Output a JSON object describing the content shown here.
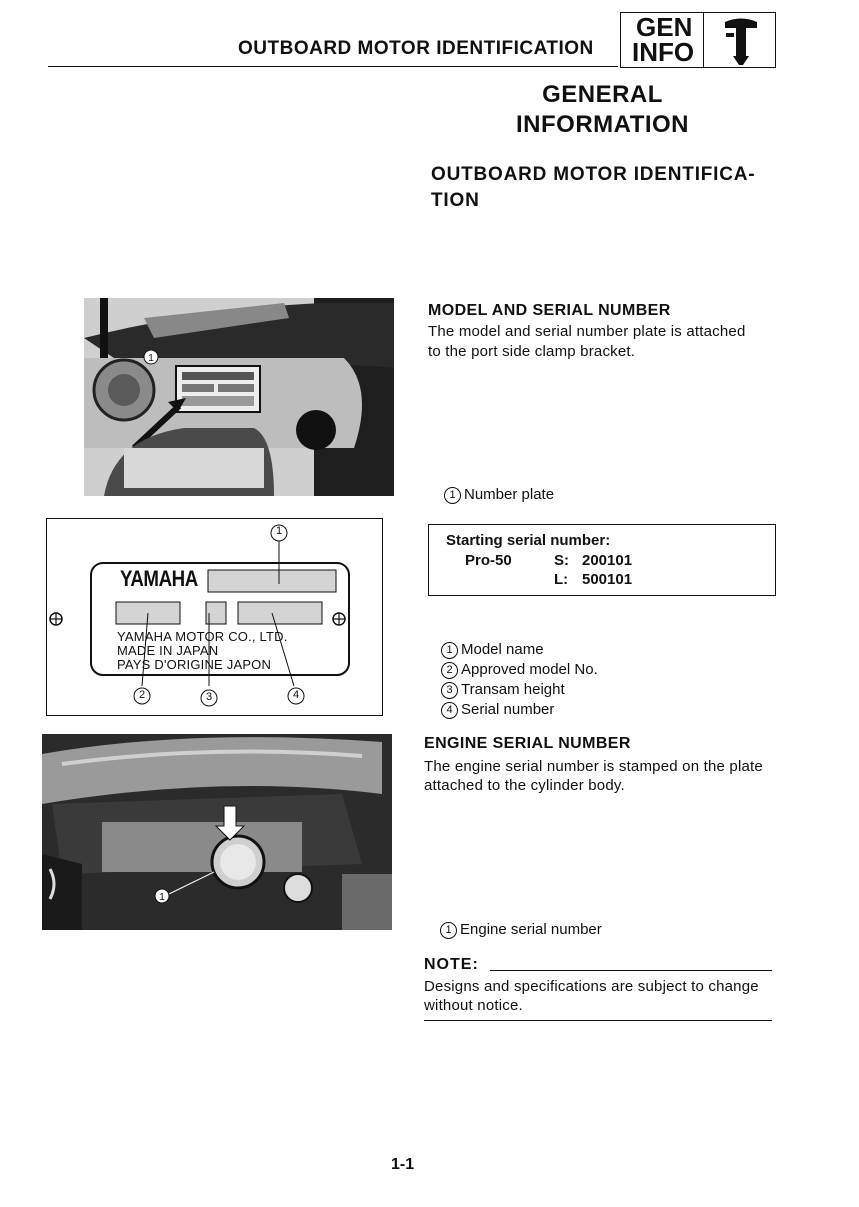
{
  "header": {
    "running_title": "OUTBOARD MOTOR IDENTIFICATION",
    "badge_line1": "GEN",
    "badge_line2": "INFO",
    "badge_icon": "outboard-motor-icon"
  },
  "chapter_title_line1": "GENERAL",
  "chapter_title_line2": "INFORMATION",
  "section_title_line1": "OUTBOARD MOTOR IDENTIFICA-",
  "section_title_line2": "TION",
  "model_serial": {
    "heading": "MODEL AND SERIAL NUMBER",
    "para_line1": "The model and serial number plate is attached",
    "para_line2": "to the port side clamp bracket.",
    "caption_num": "1",
    "caption": "Number plate"
  },
  "serial_box": {
    "label": "Starting serial number:",
    "model": "Pro-50",
    "s_key": "S:",
    "s_value": "200101",
    "l_key": "L:",
    "l_value": "500101"
  },
  "plate": {
    "brand": "YAMAHA",
    "line1": "YAMAHA MOTOR CO., LTD.",
    "line2": "MADE IN JAPAN",
    "line3": "PAYS D'ORIGINE JAPON",
    "callout1": "1",
    "callout2": "2",
    "callout3": "3",
    "callout4": "4"
  },
  "legend": [
    {
      "num": "1",
      "text": "Model name"
    },
    {
      "num": "2",
      "text": "Approved model No."
    },
    {
      "num": "3",
      "text": "Transam height"
    },
    {
      "num": "4",
      "text": "Serial number"
    }
  ],
  "engine_serial": {
    "heading": "ENGINE SERIAL NUMBER",
    "para_line1": "The engine serial number is stamped on the plate",
    "para_line2": "attached to the cylinder body.",
    "caption_num": "1",
    "caption": "Engine serial number",
    "photo_callout": "1"
  },
  "note": {
    "label": "NOTE:",
    "line1": "Designs and specifications are subject to change",
    "line2": "without notice."
  },
  "page_number": "1-1"
}
